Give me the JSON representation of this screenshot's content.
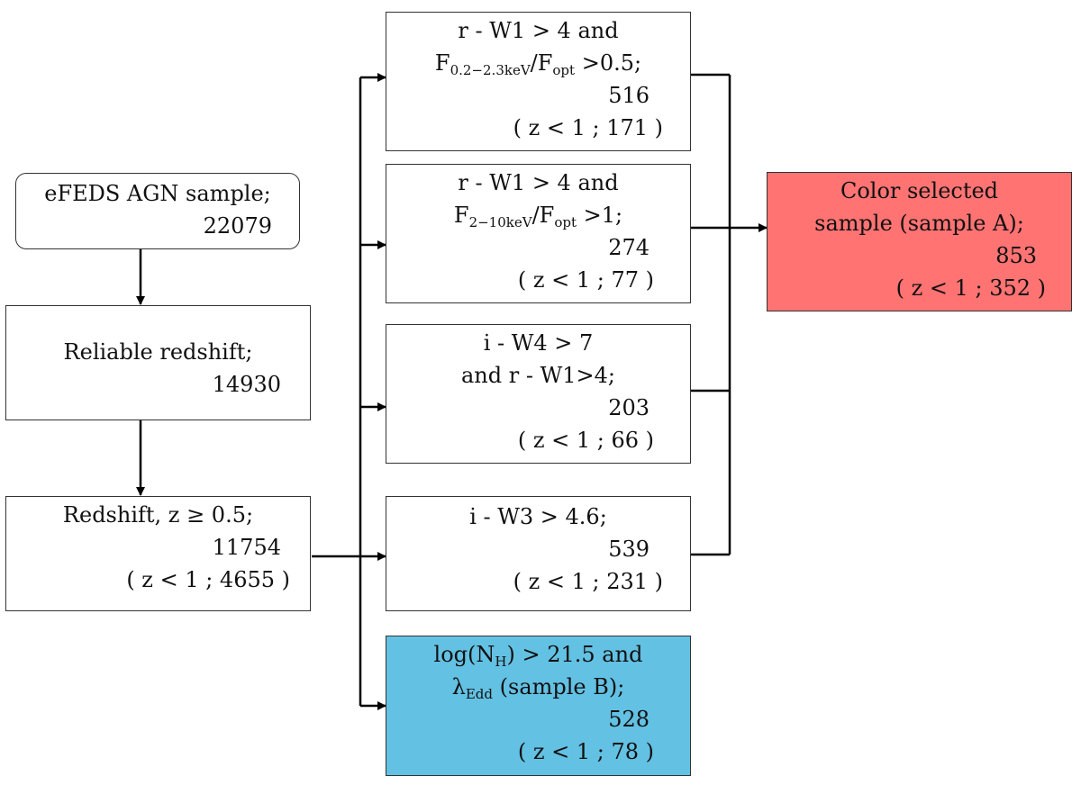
{
  "colors": {
    "sample_a_fill": "#ff7373",
    "sample_b_fill": "#63c1e3",
    "line": "#000000"
  },
  "nodes": {
    "efeds": {
      "label": "eFEDS AGN sample;",
      "count": "22079"
    },
    "reliable": {
      "label": "Reliable redshift;",
      "count": "14930"
    },
    "redshift_cut": {
      "label": "Redshift, z ≥ 0.5;",
      "count": "11754",
      "lowz": "( z < 1 ; 4655 )"
    },
    "sel1": {
      "line1": "r - W1 > 4 and",
      "f": "F",
      "f_sub": "0.2−2.3keV",
      "slash": "/F",
      "opt_sub": "opt",
      "tail": " >0.5;",
      "count": "516",
      "lowz": "( z < 1 ; 171 )"
    },
    "sel2": {
      "line1": "r - W1 > 4 and",
      "f": "F",
      "f_sub": "2−10keV",
      "slash": "/F",
      "opt_sub": "opt",
      "tail": " >1;",
      "count": "274",
      "lowz": "( z < 1 ; 77 )"
    },
    "sel3": {
      "line1": "i - W4 > 7",
      "line2": "and r - W1>4;",
      "count": "203",
      "lowz": "( z < 1 ; 66 )"
    },
    "sel4": {
      "line1": "i - W3 > 4.6;",
      "count": "539",
      "lowz": "( z < 1 ; 231 )"
    },
    "sample_b": {
      "pre": "log(N",
      "h_sub": "H",
      "post": ") > 21.5 and",
      "lambda": "λ",
      "edd_sub": "Edd",
      "rest": " (sample B);",
      "count": "528",
      "lowz": "( z < 1 ; 78 )"
    },
    "sample_a": {
      "line1": "Color selected",
      "line2": "sample (sample A);",
      "count": "853",
      "lowz": "( z < 1 ; 352 )"
    }
  }
}
